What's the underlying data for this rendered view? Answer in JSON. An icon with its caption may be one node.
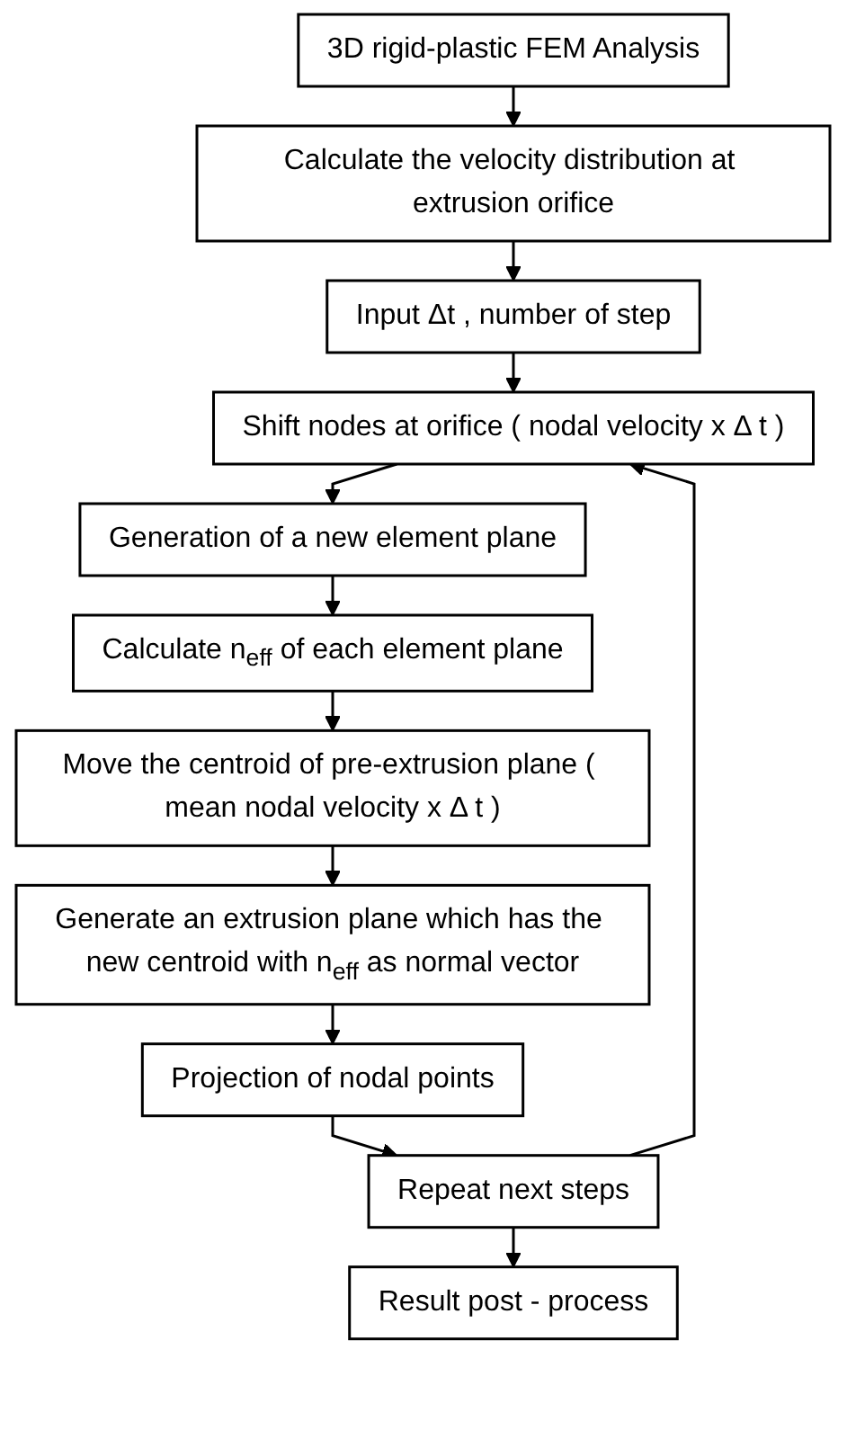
{
  "diagram": {
    "nodes": [
      {
        "text": [
          "3D rigid-plastic FEM Analysis"
        ]
      },
      {
        "text": [
          "Calculate the velocity distribution at extrusion orifice"
        ]
      },
      {
        "text": [
          "Input Δt , number of step"
        ]
      },
      {
        "text": [
          "Shift nodes at orifice ( nodal velocity x Δ t )"
        ]
      },
      {
        "text": [
          "Generation of a new element plane"
        ]
      },
      {
        "text": [
          "Calculate n$_{eff}$ of each element plane"
        ]
      },
      {
        "text": [
          "Move the centroid of pre-extrusion plane ( mean nodal velocity x Δ t )"
        ]
      },
      {
        "text": [
          "Generate an extrusion plane which has the new centroid with n$_{eff}$ as normal vector"
        ]
      },
      {
        "text": [
          "Projection of nodal points"
        ]
      },
      {
        "text": [
          "Repeat next steps"
        ]
      },
      {
        "text": [
          "Result post - process"
        ]
      }
    ],
    "edges": [
      {
        "from": 0,
        "to": 1,
        "arrow": "to"
      },
      {
        "from": 1,
        "to": 2,
        "arrow": "to"
      },
      {
        "from": 2,
        "to": 3,
        "arrow": "to"
      },
      {
        "from": 3,
        "to": 4,
        "arrow": "to"
      },
      {
        "from": 4,
        "to": 5,
        "arrow": "to"
      },
      {
        "from": 5,
        "to": 6,
        "arrow": "to"
      },
      {
        "from": 6,
        "to": 7,
        "arrow": "to"
      },
      {
        "from": 7,
        "to": 8,
        "arrow": "to"
      },
      {
        "from": 8,
        "to": 9,
        "arrow": "to"
      },
      {
        "from": 9,
        "to": 10,
        "arrow": "to"
      },
      {
        "from": 9,
        "to": 3,
        "arrow": "to"
      }
    ]
  }
}
